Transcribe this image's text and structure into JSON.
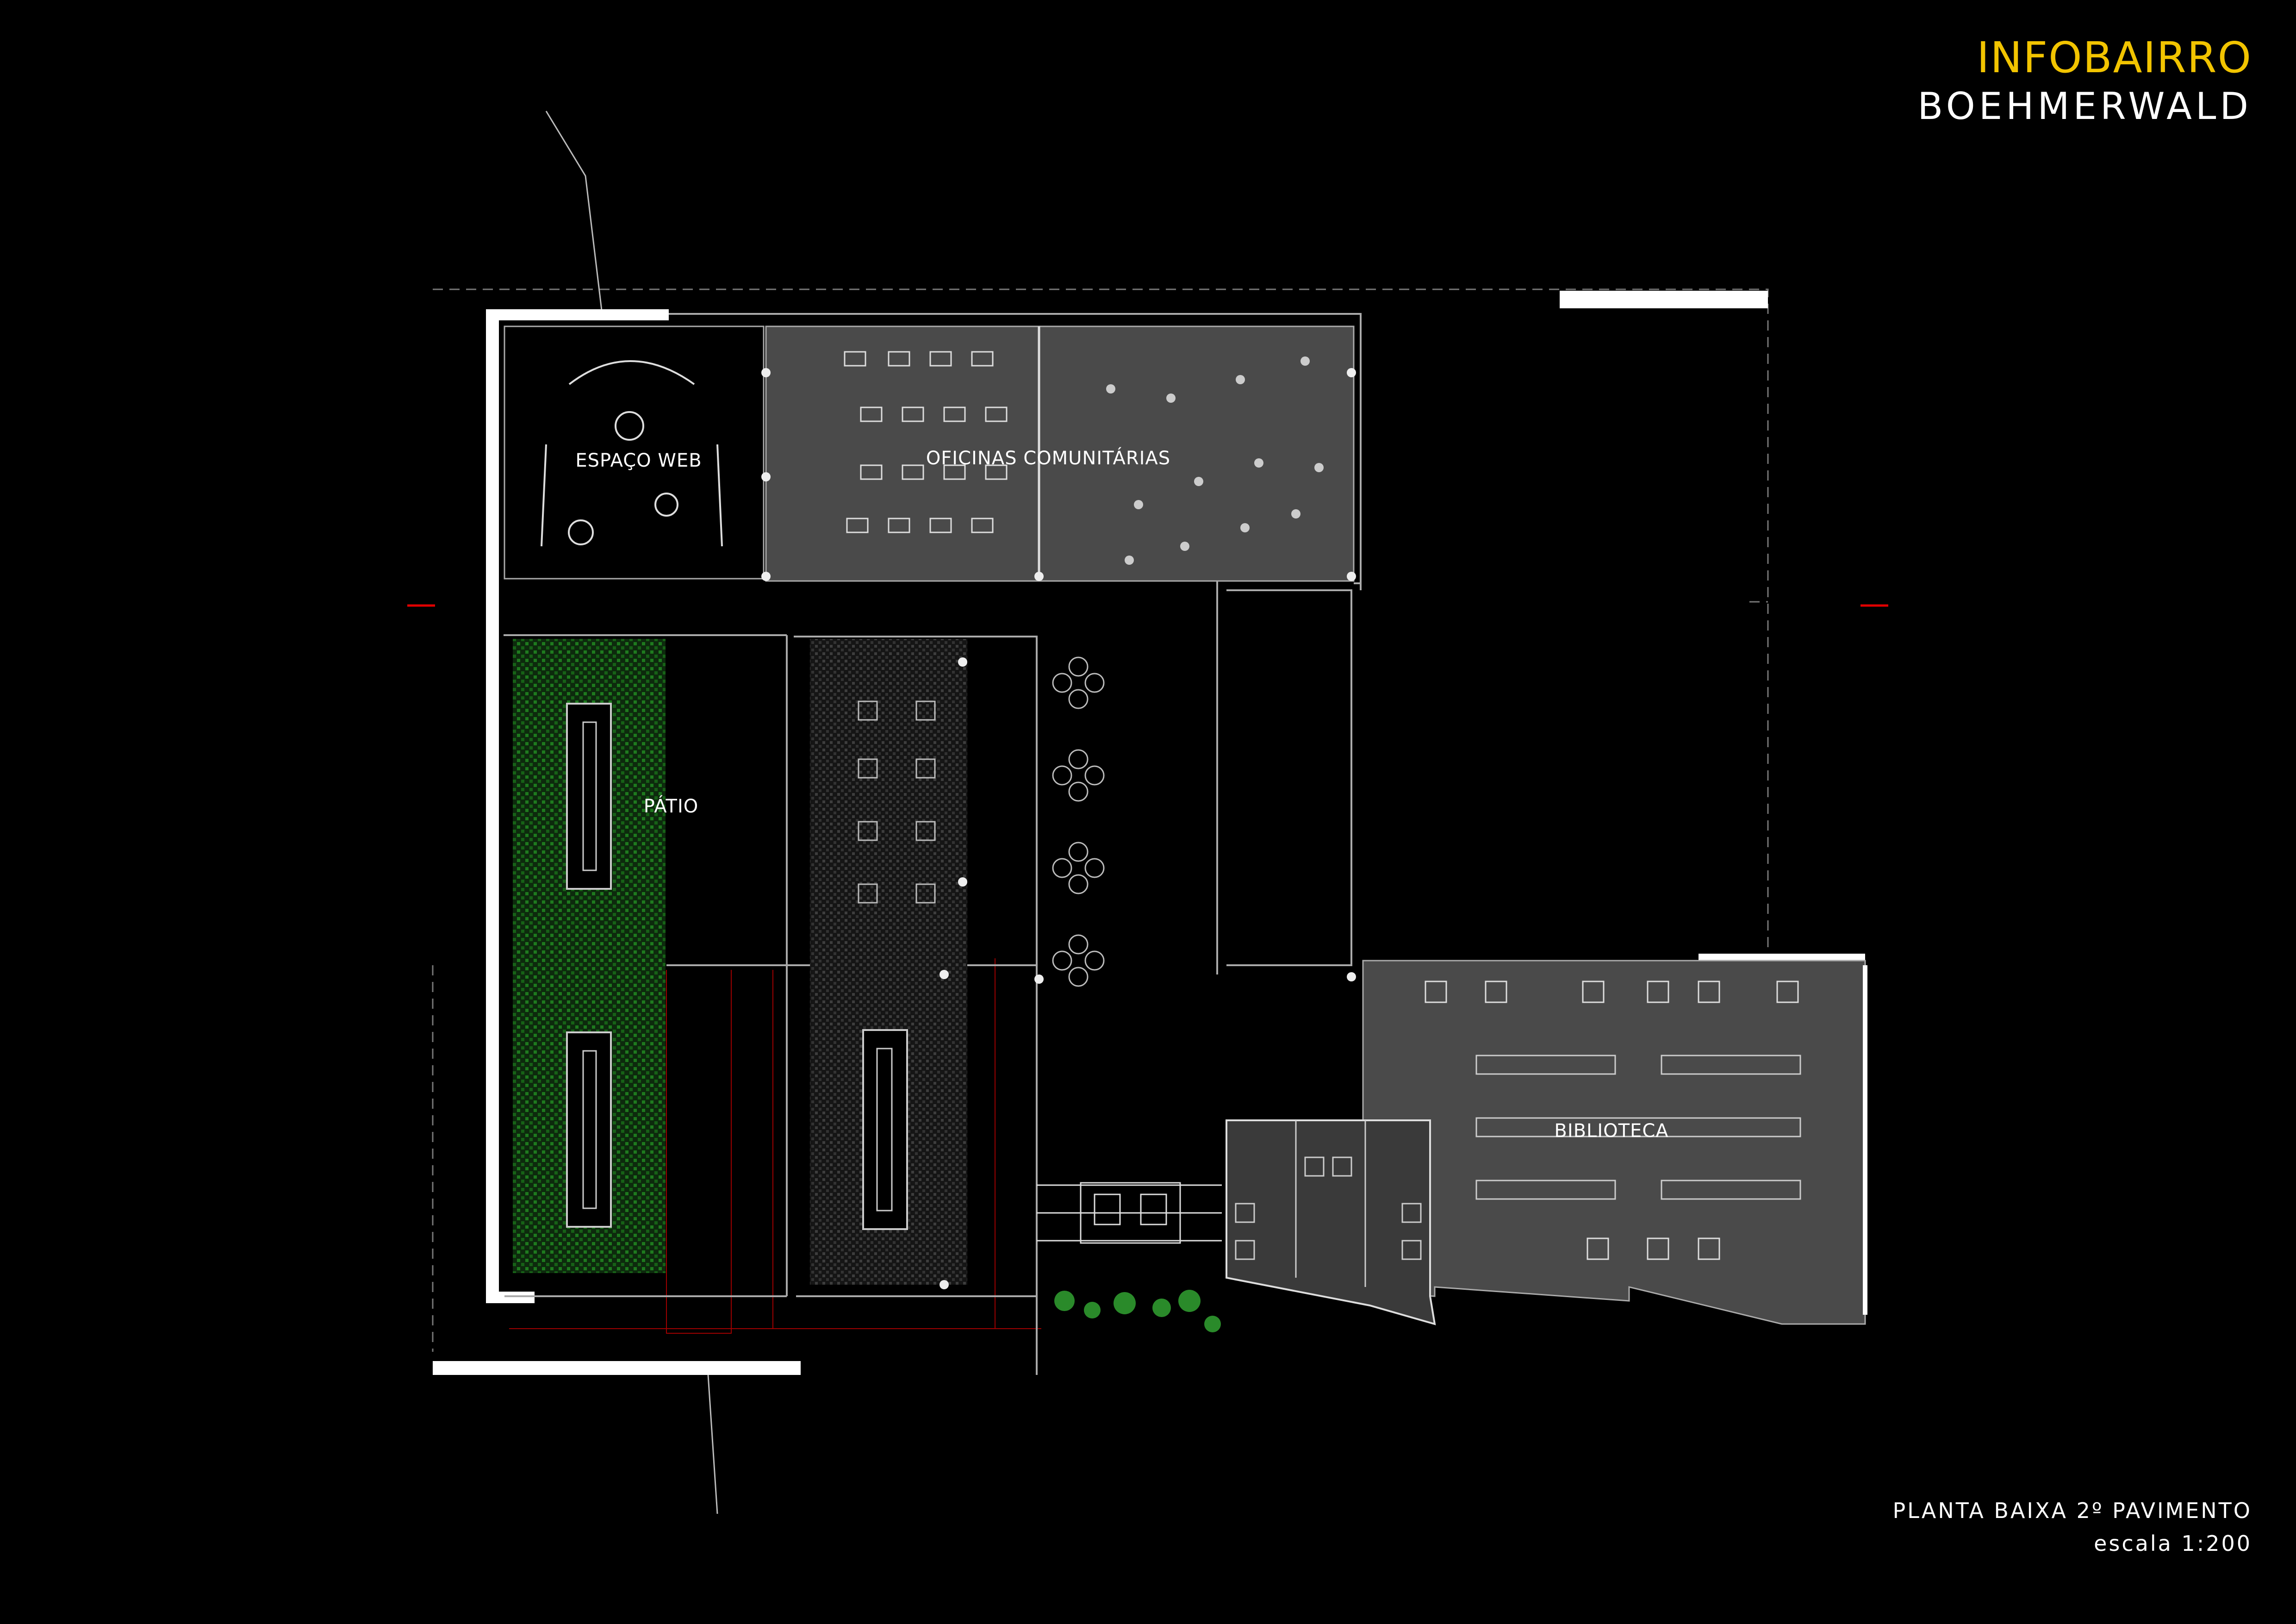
{
  "header": {
    "project_title": "INFOBAIRRO",
    "subtitle": "BOEHMERWALD"
  },
  "caption": {
    "sheet_title": "PLANTA BAIXA 2º PAVIMENTO",
    "scale": "escala 1:200"
  },
  "rooms": {
    "espaco_web": "ESPAÇO WEB",
    "oficinas": "OFICINAS COMUNITÁRIAS",
    "patio": "PÁTIO",
    "biblioteca": "BIBLIOTECA"
  },
  "colors": {
    "background": "#000000",
    "title_accent": "#f2c400",
    "text": "#ffffff",
    "wall": "#ffffff",
    "room_fill": "#4a4a4a",
    "garden": "#1c6b1c",
    "pavement": "#3a3a3a",
    "section_mark": "#e00000"
  }
}
